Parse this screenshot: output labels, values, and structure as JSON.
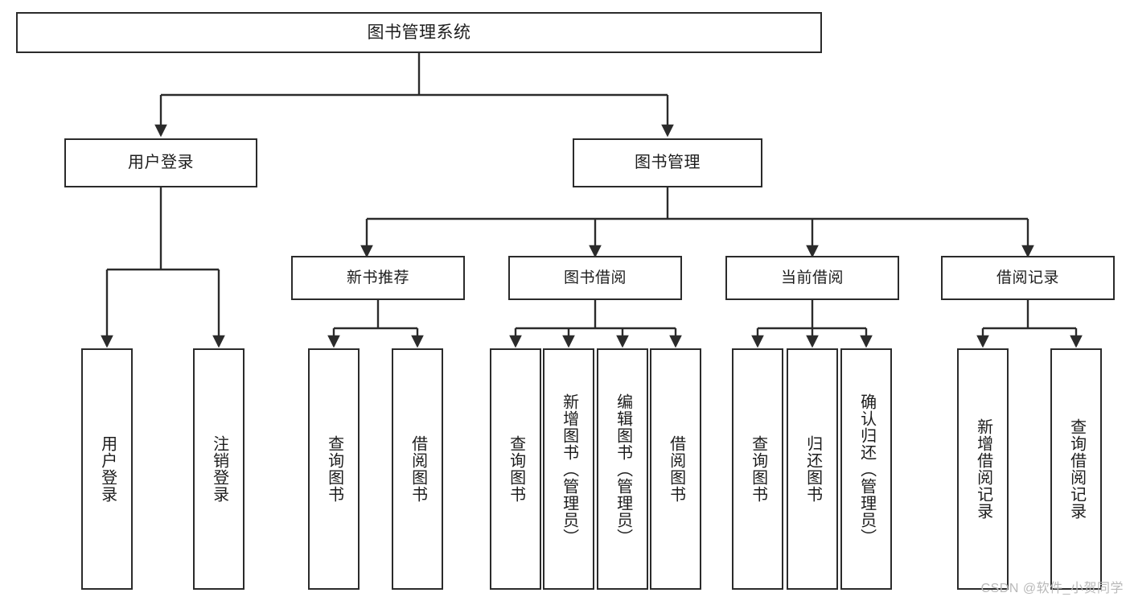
{
  "diagram": {
    "title": "图书管理系统",
    "type": "tree",
    "watermark": "CSDN @软件_小贺同学",
    "colors": {
      "box_border": "#2b2b2b",
      "box_fill": "#ffffff",
      "connector": "#2b2b2b",
      "background": "#ffffff",
      "watermark": "#b9b9b9"
    },
    "nodes": {
      "root": {
        "label": "图书管理系统"
      },
      "level2": [
        {
          "id": "user-login",
          "label": "用户登录"
        },
        {
          "id": "book-manage",
          "label": "图书管理"
        }
      ],
      "level3": [
        {
          "id": "new-book-recommend",
          "label": "新书推荐"
        },
        {
          "id": "book-borrow",
          "label": "图书借阅"
        },
        {
          "id": "current-borrow",
          "label": "当前借阅"
        },
        {
          "id": "borrow-record",
          "label": "借阅记录"
        }
      ],
      "leaves": {
        "user-login": [
          {
            "id": "login",
            "label": "用户登录"
          },
          {
            "id": "logout",
            "label": "注销登录"
          }
        ],
        "new-book-recommend": [
          {
            "id": "query-book-1",
            "label": "查询图书"
          },
          {
            "id": "borrow-book-1",
            "label": "借阅图书"
          }
        ],
        "book-borrow": [
          {
            "id": "query-book-2",
            "label": "查询图书"
          },
          {
            "id": "add-book",
            "label": "新增图书（管理员）"
          },
          {
            "id": "edit-book",
            "label": "编辑图书（管理员）"
          },
          {
            "id": "borrow-book-2",
            "label": "借阅图书"
          }
        ],
        "current-borrow": [
          {
            "id": "query-book-3",
            "label": "查询图书"
          },
          {
            "id": "return-book",
            "label": "归还图书"
          },
          {
            "id": "confirm-return",
            "label": "确认归还（管理员）"
          }
        ],
        "borrow-record": [
          {
            "id": "add-record",
            "label": "新增借阅记录"
          },
          {
            "id": "query-record",
            "label": "查询借阅记录"
          }
        ]
      }
    }
  }
}
